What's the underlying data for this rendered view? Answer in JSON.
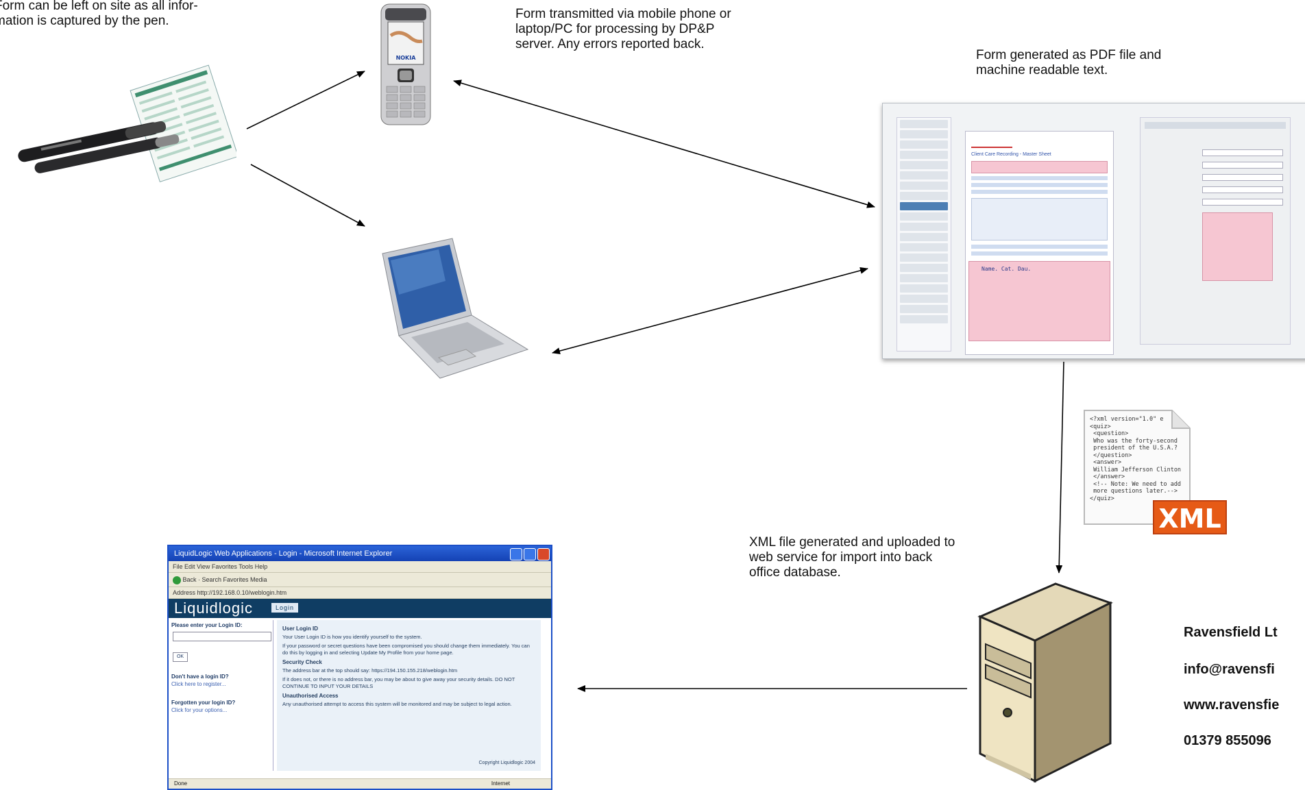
{
  "captions": {
    "pen_note": "Form can be left on site as all infor-\nmation is captured by the pen.",
    "transmit": "Form transmitted via mobile phone or\nlaptop/PC for processing by DP&P\nserver.  Any errors reported back.",
    "pdf": "Form  generated as PDF file and\nmachine readable text.",
    "xml": "XML file generated and uploaded to\nweb service for import into back\noffice database."
  },
  "contact": {
    "company": "Ravensfield Lt",
    "email": "info@ravensfi",
    "website": "www.ravensfie",
    "phone": "01379 855096"
  },
  "phone_brand": "NOKIA",
  "pdf_window": {
    "form_heading": "Client Care Recording - Master Sheet",
    "entry_text": "Name. Cat. Dau."
  },
  "xml_doc": {
    "code": "<?xml version=\"1.0\" e\n<quiz>\n <question>\n Who was the forty-second\n president of the U.S.A.?\n </question>\n <answer>\n William Jefferson Clinton\n </answer>\n <!-- Note: We need to add\n more questions later.-->\n</quiz>",
    "badge": "XML"
  },
  "login_window": {
    "title": "LiquidLogic Web Applications - Login - Microsoft Internet Explorer",
    "menu": "File   Edit   View   Favorites   Tools   Help",
    "toolbar": "Back  ·  Search  Favorites  Media",
    "address": "Address  http://192.168.0.10/weblogin.htm",
    "brand": "Liquidlogic",
    "login_tab": "Login",
    "left_prompt": "Please enter your Login ID:",
    "ok": "OK",
    "no_login": "Don't have a login ID?",
    "register": "Click here to register...",
    "forgotten": "Forgotten your login ID?",
    "options": "Click for your options...",
    "heading1": "User Login ID",
    "text1": "Your User Login ID is how you identify yourself to the system.",
    "text2": "If your password or secret questions have been compromised you should change them immediately. You can do this by logging in and selecting Update My Profile from your home page.",
    "heading2": "Security Check",
    "text3": "The address bar at the top should say: https://194.150.155.218/weblogin.htm",
    "text4": "If it does not, or there is no address bar, you may be about to give away your security details. DO NOT CONTINUE TO INPUT YOUR DETAILS",
    "heading3": "Unauthorised Access",
    "text5": "Any unauthorised attempt to access this system will be monitored and may be subject to legal action.",
    "copyright": "Copyright Liquidlogic 2004",
    "status_left": "Done",
    "status_right": "Internet"
  }
}
